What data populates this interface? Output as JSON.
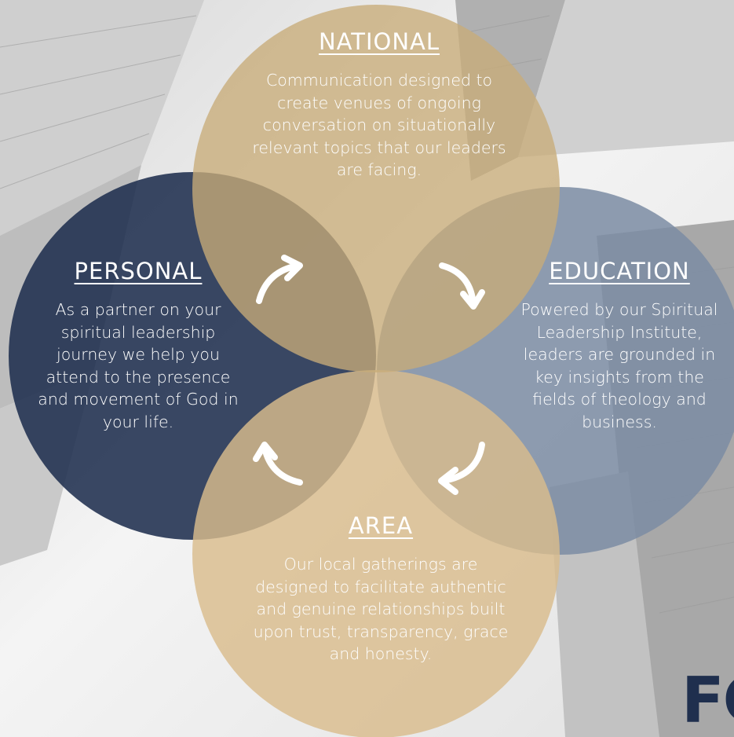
{
  "colors": {
    "national": "#c8ac78",
    "personal": "#1f2f4e",
    "education": "#7b8ca3",
    "area": "#d9bc8c",
    "arrow": "#ffffff"
  },
  "circles": {
    "national": {
      "heading": "NATIONAL",
      "body": "Communication designed to create venues of ongoing conversation on situationally relevant topics that our leaders are facing."
    },
    "personal": {
      "heading": "PERSONAL",
      "body": "As a partner on your spiritual leadership journey we help you attend to the presence and movement of God in your life."
    },
    "education": {
      "heading": "EDUCATION",
      "body": "Powered by our Spiritual Leadership Institute, leaders are grounded in key insights from the fields of theology and business."
    },
    "area": {
      "heading": "AREA",
      "body": "Our local gatherings are designed to facilitate authentic and genuine relationships built upon trust, transparency, grace and honesty."
    }
  },
  "arrows": [
    "curved-arrow-up-right-icon",
    "curved-arrow-down-right-icon",
    "curved-arrow-down-left-icon",
    "curved-arrow-up-left-icon"
  ],
  "brand_fragment": "FC"
}
